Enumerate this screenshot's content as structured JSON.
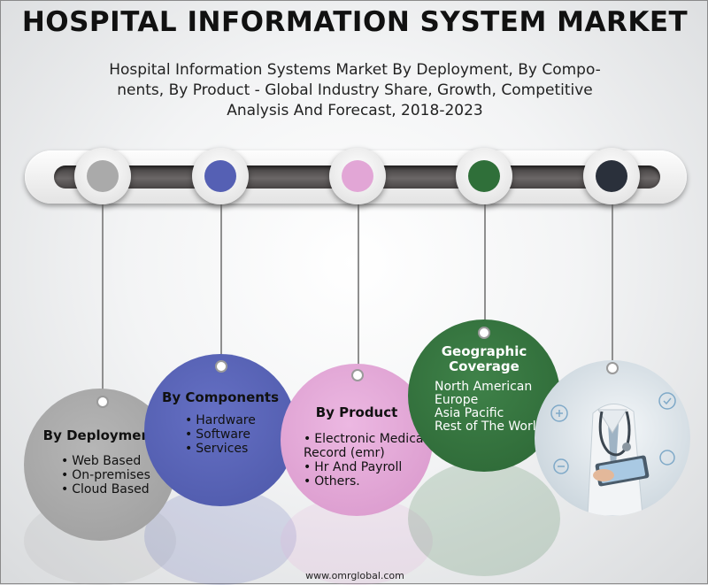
{
  "title": "HOSPITAL INFORMATION SYSTEM MARKET",
  "subtitle_lines": [
    "Hospital Information Systems Market By Deployment, By Compo-",
    "nents, By Product - Global Industry Share, Growth, Competitive",
    "Analysis And Forecast, 2018-2023"
  ],
  "colors": {
    "deployment": "#aaaaaa",
    "components": "#5560b4",
    "product": "#e2a6d6",
    "geographic": "#2f6f39",
    "photo_dot": "#2a303b"
  },
  "segments": [
    {
      "title_lines": [
        "By Deployment"
      ],
      "items": [
        "Web Based",
        "On-premises",
        "Cloud Based"
      ]
    },
    {
      "title_lines": [
        "By Components"
      ],
      "items": [
        "Hardware",
        "Software",
        "Services"
      ]
    },
    {
      "title_lines": [
        "By Product"
      ],
      "items": [
        "Electronic Medical Record (emr)",
        "Hr And Payroll",
        "Others."
      ]
    },
    {
      "title_lines": [
        "Geographic",
        "Coverage"
      ],
      "items": [
        "North American",
        "Europe",
        "Asia Pacific",
        "Rest of The World"
      ]
    }
  ],
  "photo": {
    "icon": "doctor-tablet-image"
  },
  "footer": "www.omrglobal.com"
}
